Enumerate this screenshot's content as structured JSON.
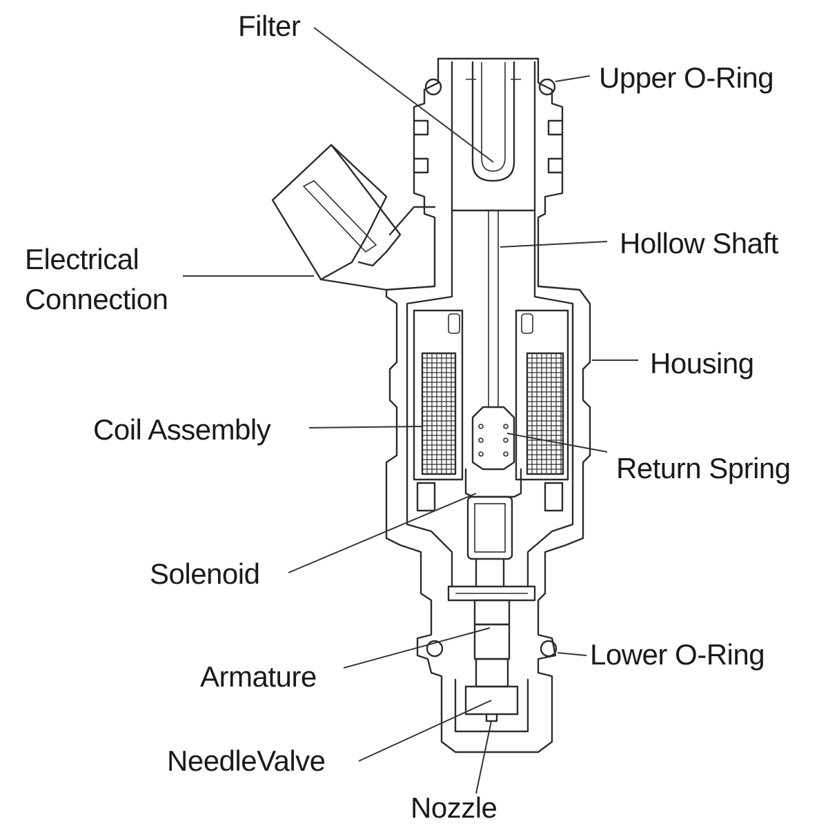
{
  "labels": {
    "filter": "Filter",
    "upper_o_ring": "Upper O-Ring",
    "hollow_shaft": "Hollow Shaft",
    "electrical_connection_line1": "Electrical",
    "electrical_connection_line2": "Connection",
    "housing": "Housing",
    "coil_assembly": "Coil Assembly",
    "return_spring": "Return Spring",
    "solenoid": "Solenoid",
    "lower_o_ring": "Lower O-Ring",
    "armature": "Armature",
    "needle_valve": "NeedleValve",
    "nozzle": "Nozzle"
  },
  "colors": {
    "line": "#2b2b2b",
    "text": "#1a1a1a",
    "background": "#ffffff"
  }
}
